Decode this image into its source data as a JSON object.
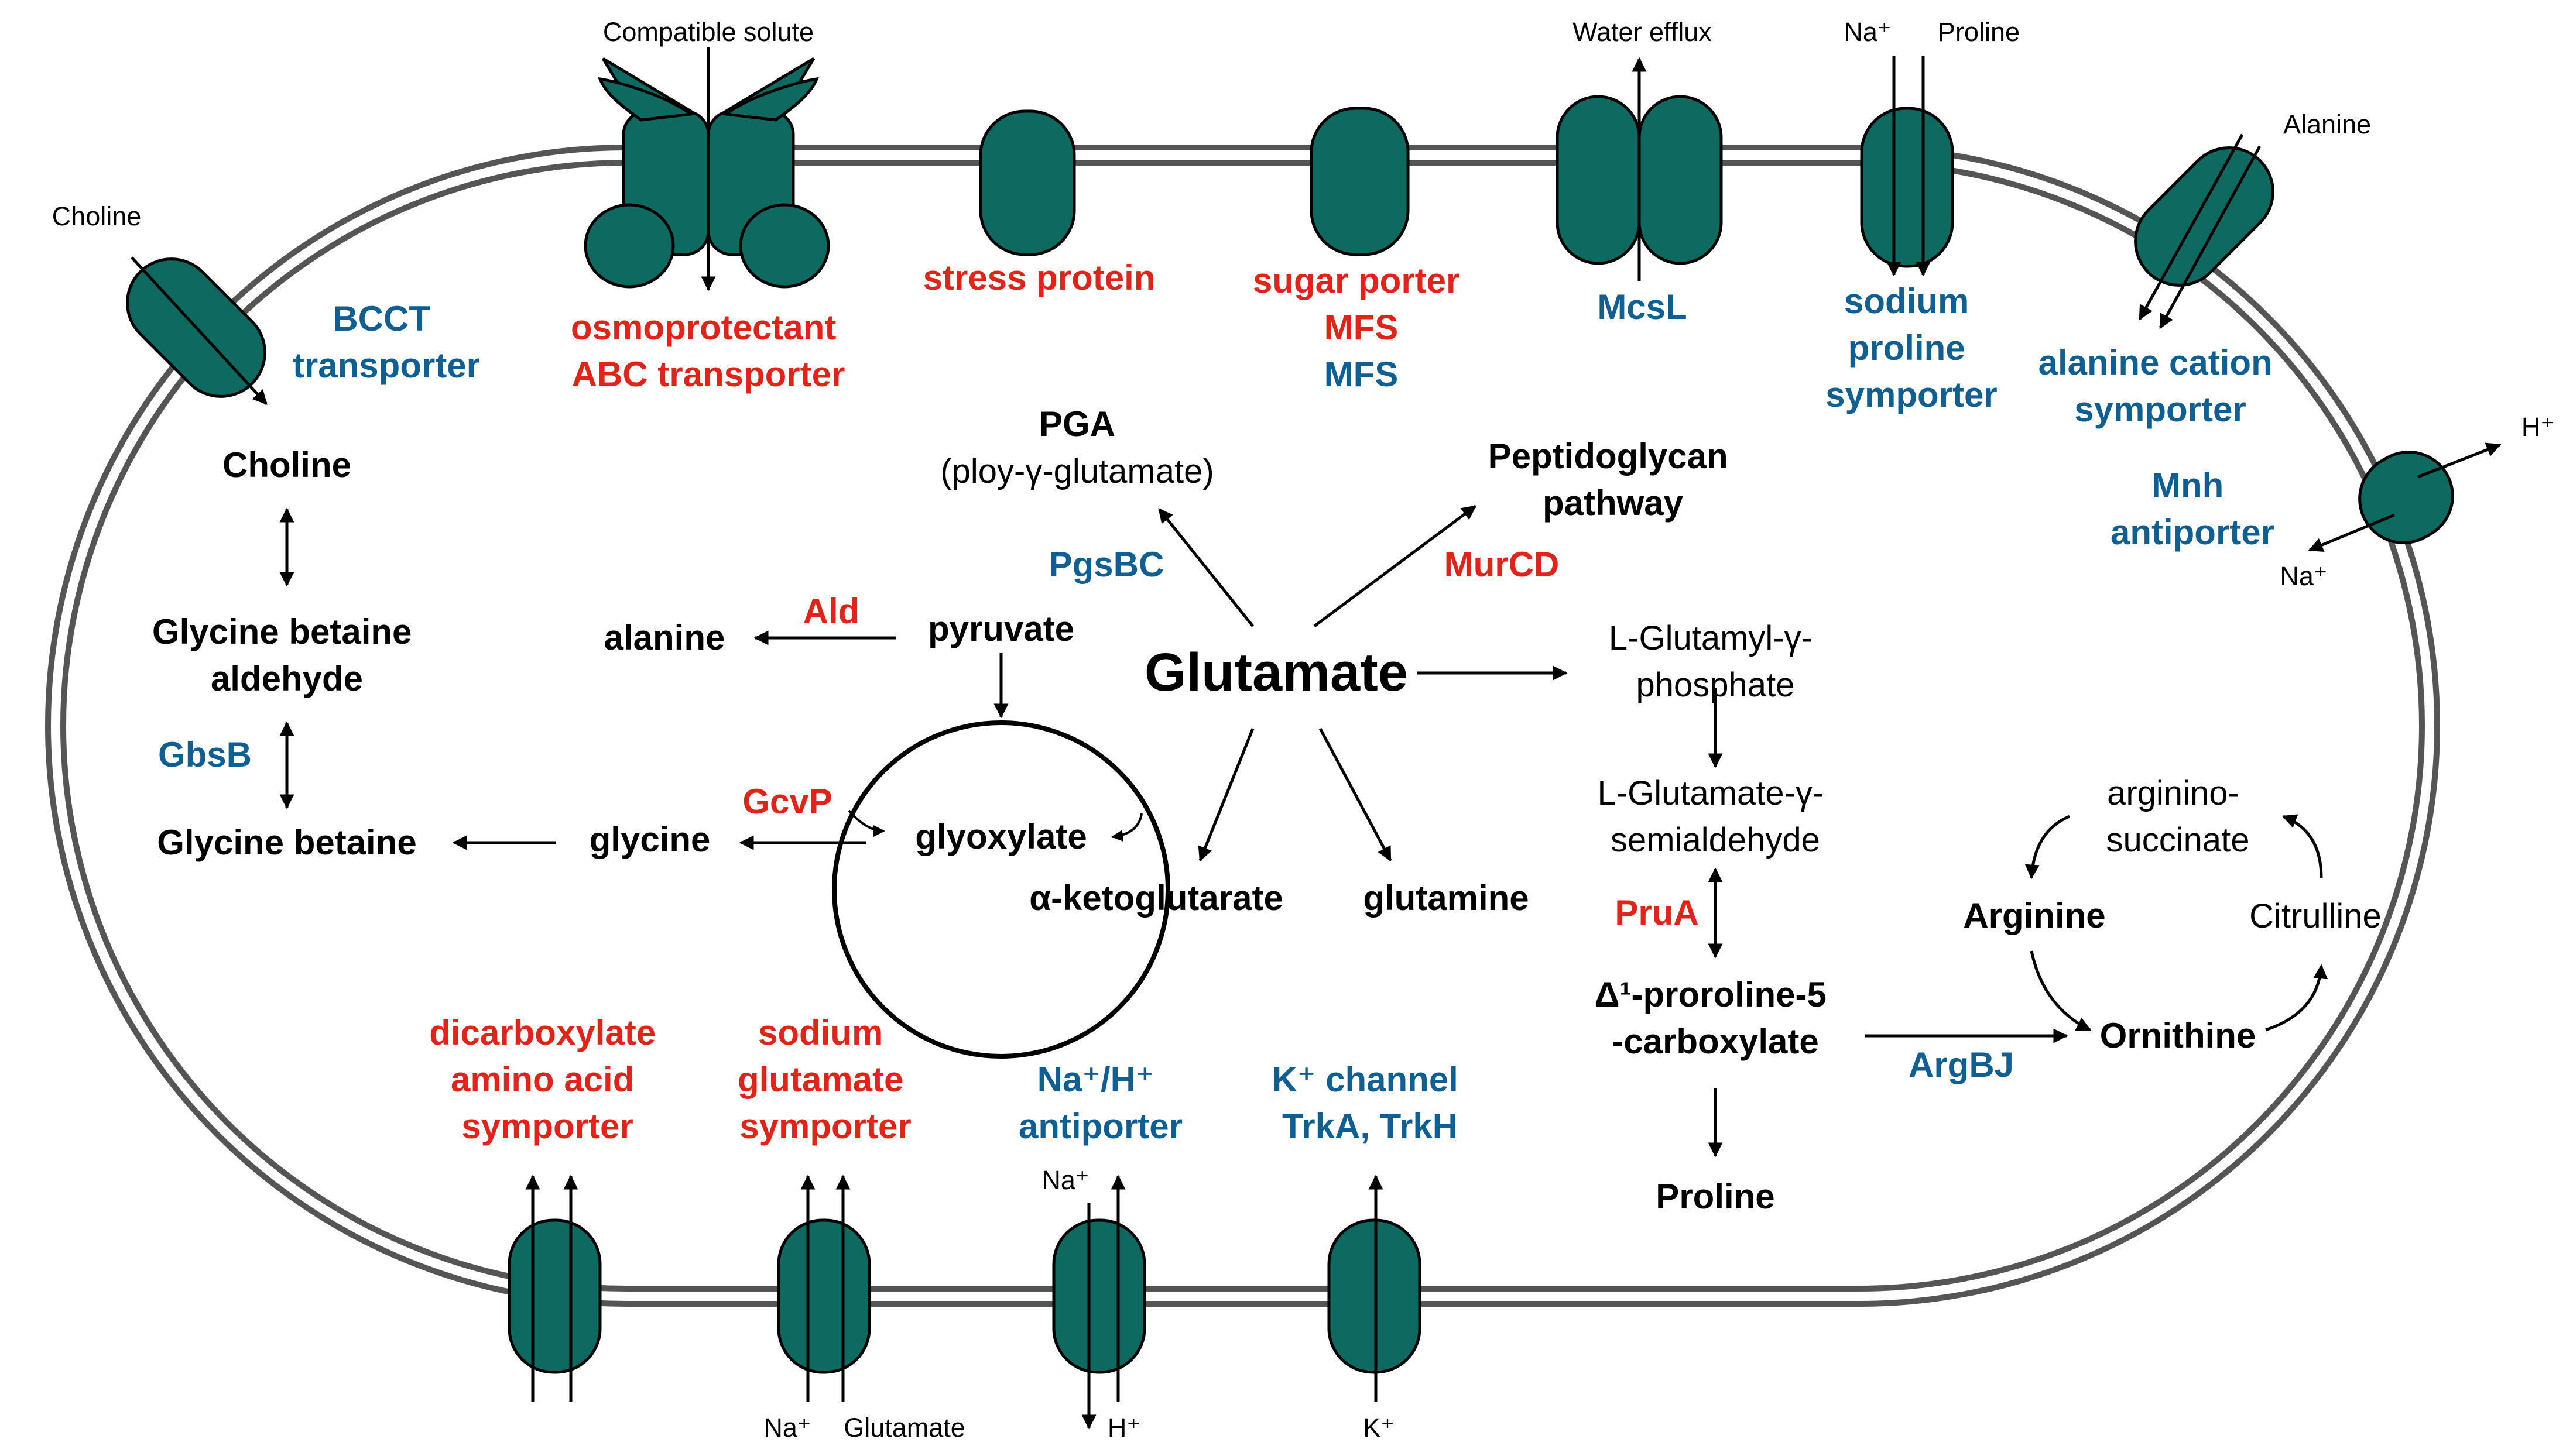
{
  "colors": {
    "transporter_fill": "#0e6a60",
    "enzyme_red": "#e2231a",
    "transporter_blue": "#105f92",
    "membrane": "#555555"
  },
  "top_labels": {
    "compatible_solute": "Compatible solute",
    "water_efflux": "Water efflux",
    "na_top": "Na⁺",
    "proline_top": "Proline",
    "alanine_top": "Alanine",
    "choline_top": "Choline",
    "h_right": "H⁺",
    "na_right": "Na⁺"
  },
  "transporters": {
    "bcct": [
      "BCCT",
      "transporter"
    ],
    "osmo": [
      "osmoprotectant",
      "ABC transporter"
    ],
    "stress": "stress protein",
    "sugar": [
      "sugar porter",
      "MFS"
    ],
    "mfs_blue": "MFS",
    "mcsl": "McsL",
    "sodium_proline": [
      "sodium",
      "proline",
      "symporter"
    ],
    "alanine_cation": [
      "alanine cation",
      "symporter"
    ],
    "mnh": [
      "Mnh",
      "antiporter"
    ],
    "dicarboxylate": [
      "dicarboxylate",
      "amino acid",
      "symporter"
    ],
    "sodium_glutamate": [
      "sodium",
      "glutamate",
      "symporter"
    ],
    "nah_antiporter": [
      "Na⁺/H⁺",
      "antiporter"
    ],
    "k_channel": [
      "K⁺ channel",
      "TrkA, TrkH"
    ]
  },
  "bottom_labels": {
    "na_bottom": "Na⁺",
    "glutamate_bottom": "Glutamate",
    "na_small": "Na⁺",
    "h_bottom": "H⁺",
    "k_bottom": "K⁺"
  },
  "metabolites": {
    "choline": "Choline",
    "glycine_betaine_aldehyde": [
      "Glycine betaine",
      "aldehyde"
    ],
    "glycine_betaine": "Glycine betaine",
    "glycine": "glycine",
    "glyoxylate": "glyoxylate",
    "alpha_kg": "α-ketoglutarate",
    "alanine": "alanine",
    "pyruvate": "pyruvate",
    "pga": "PGA",
    "pga_full": "(ploy-γ-glutamate)",
    "glutamate": "Glutamate",
    "peptidoglycan": [
      "Peptidoglycan",
      "pathway"
    ],
    "glutamine": "glutamine",
    "glutamyl_phosphate": [
      "L-Glutamyl-γ-",
      "phosphate"
    ],
    "glutamate_semialdehyde": [
      "L-Glutamate-γ-",
      "semialdehyde"
    ],
    "p5c": [
      "Δ¹-proroline-5",
      "-carboxylate"
    ],
    "proline": "Proline",
    "argininosuccinate": [
      "arginino-",
      "succinate"
    ],
    "arginine": "Arginine",
    "citrulline": "Citrulline",
    "ornithine": "Ornithine"
  },
  "enzymes": {
    "gbsb": "GbsB",
    "ald": "Ald",
    "gcvp": "GcvP",
    "pgsbc": "PgsBC",
    "murcd": "MurCD",
    "prua": "PruA",
    "argbj": "ArgBJ"
  }
}
